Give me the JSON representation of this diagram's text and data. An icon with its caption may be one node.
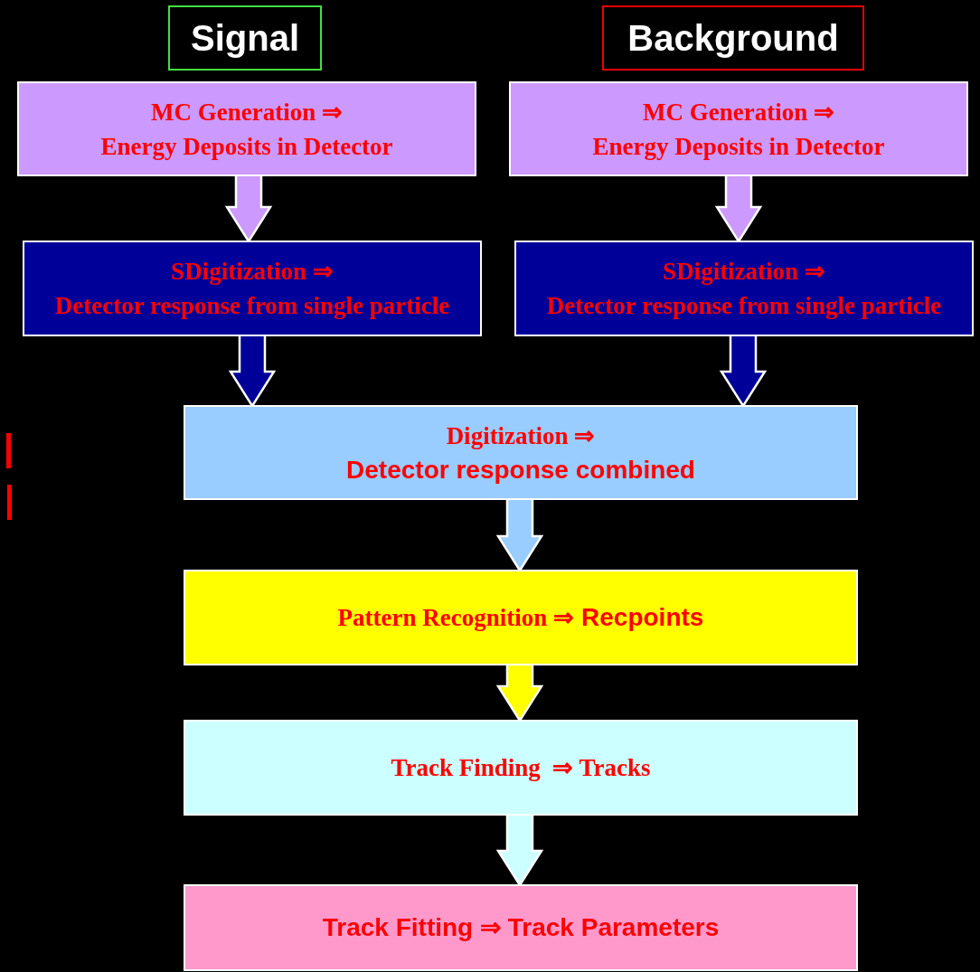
{
  "diagram": {
    "nodes": [
      {
        "text": [
          "Signal"
        ]
      },
      {
        "text": [
          "Background"
        ]
      },
      {
        "text": [
          "MC Generation ⇒",
          "Energy Deposits in Detector"
        ]
      },
      {
        "text": [
          "MC Generation ⇒",
          "Energy Deposits in Detector"
        ]
      },
      {
        "text": [
          "SDigitization ⇒",
          "Detector response from single particle"
        ]
      },
      {
        "text": [
          "SDigitization ⇒",
          "Detector response from single particle"
        ]
      },
      {
        "text": [
          "Digitization ⇒",
          "Detector response combined"
        ]
      },
      {
        "text": [
          "Pattern Recognition ⇒",
          "Recpoints"
        ]
      },
      {
        "text": [
          "Track Finding  ⇒ Tracks"
        ]
      },
      {
        "text": [
          "Track Fitting ⇒ Track Parameters"
        ]
      }
    ],
    "edges": [
      {
        "from": 2,
        "to": 4,
        "arrow": "to"
      },
      {
        "from": 3,
        "to": 5,
        "arrow": "to"
      },
      {
        "from": 4,
        "to": 6,
        "arrow": "to"
      },
      {
        "from": 5,
        "to": 6,
        "arrow": "to"
      },
      {
        "from": 6,
        "to": 7,
        "arrow": "to"
      },
      {
        "from": 7,
        "to": 8,
        "arrow": "to"
      },
      {
        "from": 8,
        "to": 9,
        "arrow": "to"
      }
    ]
  }
}
